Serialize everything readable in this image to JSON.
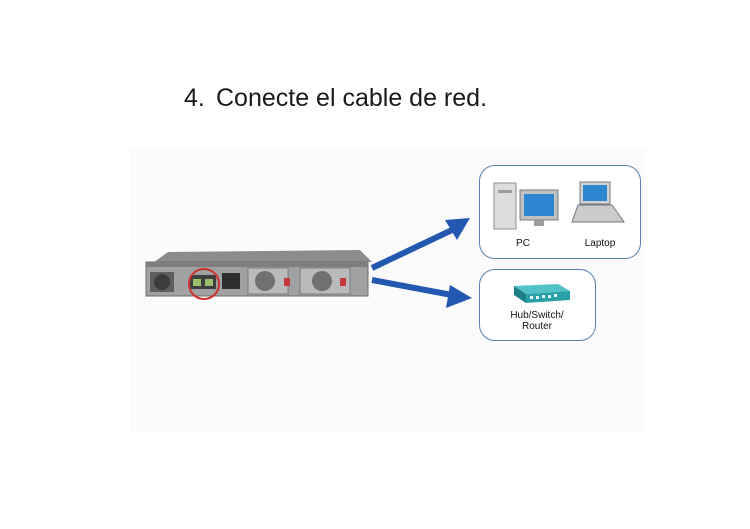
{
  "title": {
    "number": "4.",
    "text": "Conecte el cable de red."
  },
  "devices": {
    "pc": "PC",
    "laptop": "Laptop",
    "hub": "Hub/Switch/ Router"
  },
  "colors": {
    "arrow": "#2358b0",
    "box_border": "#5b7fb3",
    "highlight_circle": "#d0312d",
    "hub": "#2aa1a8"
  }
}
